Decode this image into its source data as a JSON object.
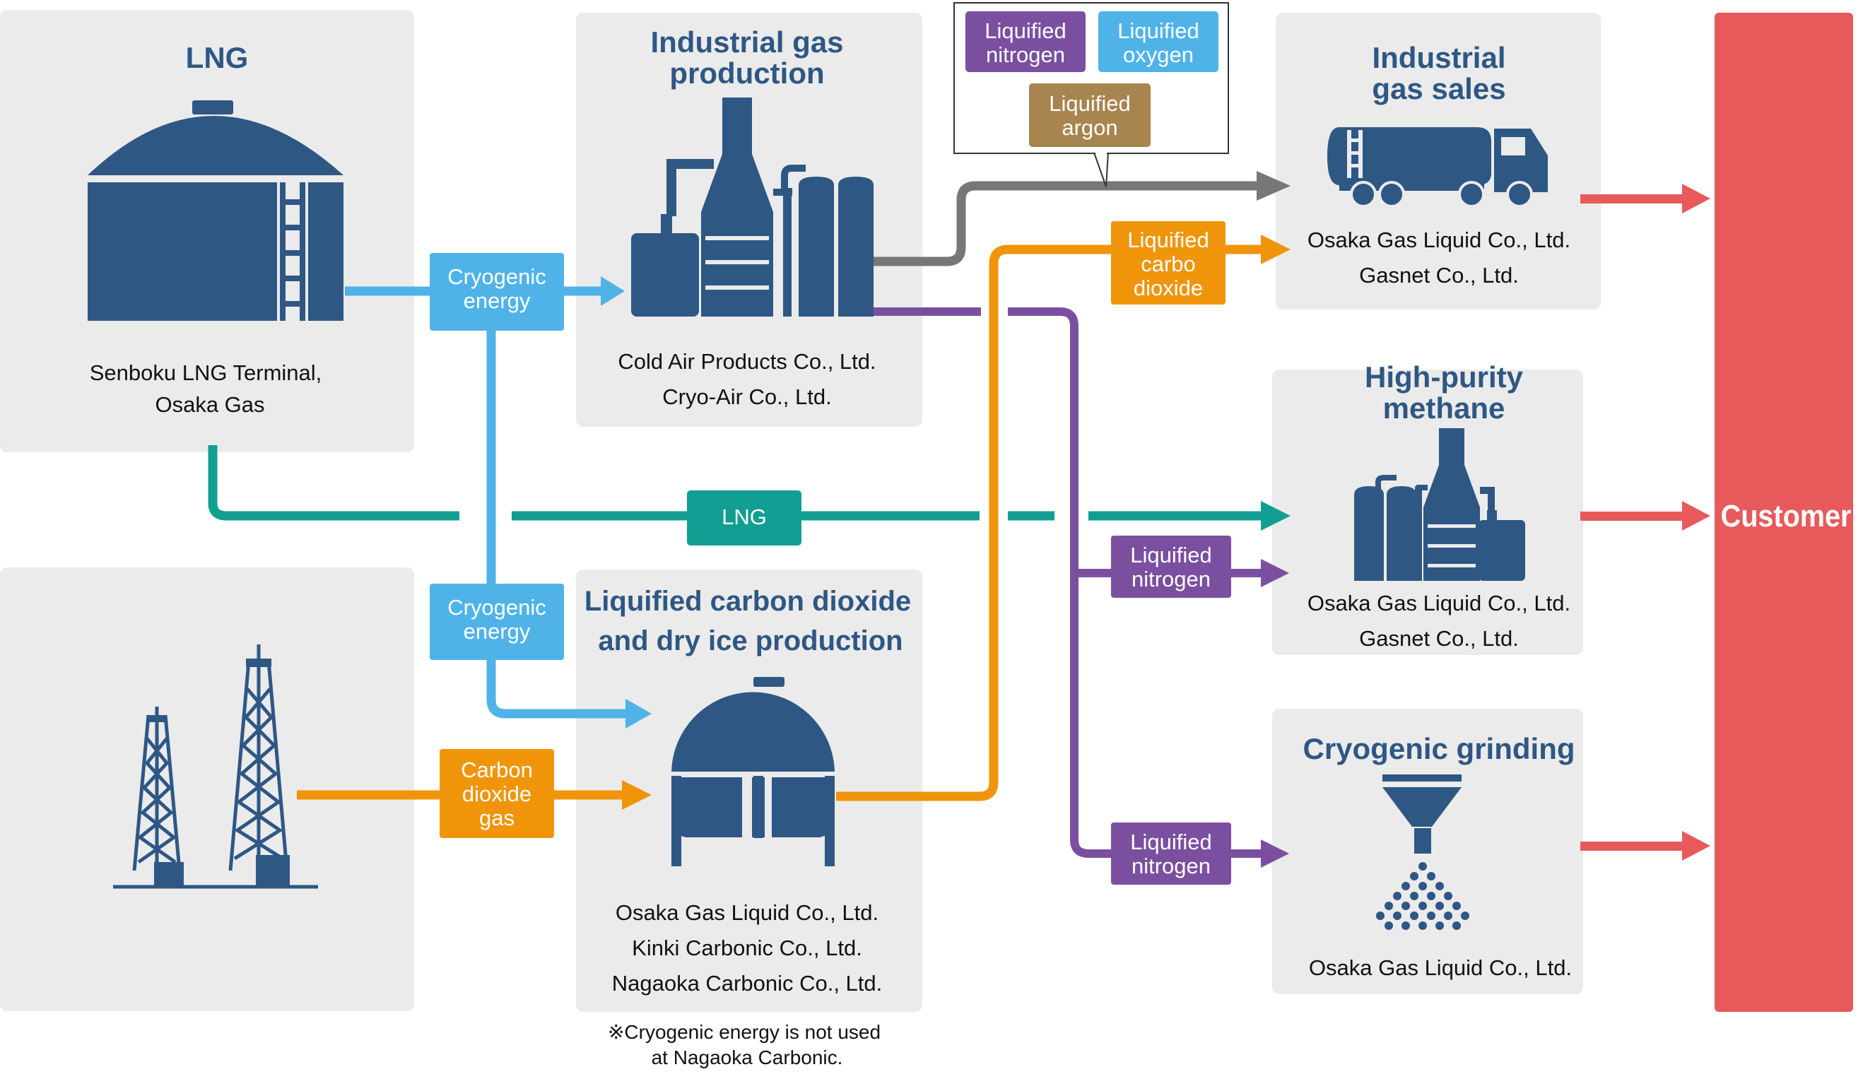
{
  "colors": {
    "panel": "#ebebeb",
    "navy": "#2e5784",
    "cyan": "#4fb3e8",
    "teal": "#129e92",
    "orange": "#f0950a",
    "purple": "#7b4fa0",
    "gray": "#777777",
    "brown": "#a8844e",
    "red": "#e8595b"
  },
  "lng_panel": {
    "title": "LNG",
    "company_line1": "Senboku LNG Terminal,",
    "company_line2": "Osaka Gas"
  },
  "industrial_gas_production": {
    "title_line1": "Industrial gas",
    "title_line2": "production",
    "company_line1": "Cold Air Products Co., Ltd.",
    "company_line2": "Cryo-Air Co., Ltd."
  },
  "liquefied_co2_production": {
    "title_line1": "Liquified carbon dioxide",
    "title_line2": "and dry ice production",
    "company_line1": "Osaka Gas Liquid Co., Ltd.",
    "company_line2": "Kinki Carbonic Co., Ltd.",
    "company_line3": "Nagaoka Carbonic Co., Ltd.",
    "note_line1": "※Cryogenic energy is not used",
    "note_line2": "at Nagaoka Carbonic."
  },
  "industrial_gas_sales": {
    "title_line1": "Industrial",
    "title_line2": "gas sales",
    "company_line1": "Osaka Gas Liquid Co., Ltd.",
    "company_line2": "Gasnet Co., Ltd."
  },
  "high_purity_methane": {
    "title_line1": "High-purity",
    "title_line2": "methane",
    "company_line1": "Osaka Gas Liquid Co., Ltd.",
    "company_line2": "Gasnet Co., Ltd."
  },
  "cryogenic_grinding": {
    "title": "Cryogenic grinding",
    "company_line1": "Osaka Gas Liquid Co., Ltd."
  },
  "callout": {
    "nitrogen_line1": "Liquified",
    "nitrogen_line2": "nitrogen",
    "oxygen_line1": "Liquified",
    "oxygen_line2": "oxygen",
    "argon_line1": "Liquified",
    "argon_line2": "argon"
  },
  "flow_tags": {
    "cryogenic_1_line1": "Cryogenic",
    "cryogenic_1_line2": "energy",
    "cryogenic_2_line1": "Cryogenic",
    "cryogenic_2_line2": "energy",
    "lng": "LNG",
    "co2_gas_line1": "Carbon",
    "co2_gas_line2": "dioxide",
    "co2_gas_line3": "gas",
    "liq_co2_line1": "Liquified",
    "liq_co2_line2": "carbo",
    "liq_co2_line3": "dioxide",
    "liq_n2_methane_line1": "Liquified",
    "liq_n2_methane_line2": "nitrogen",
    "liq_n2_grinding_line1": "Liquified",
    "liq_n2_grinding_line2": "nitrogen"
  },
  "customer": {
    "label": "Customer"
  }
}
